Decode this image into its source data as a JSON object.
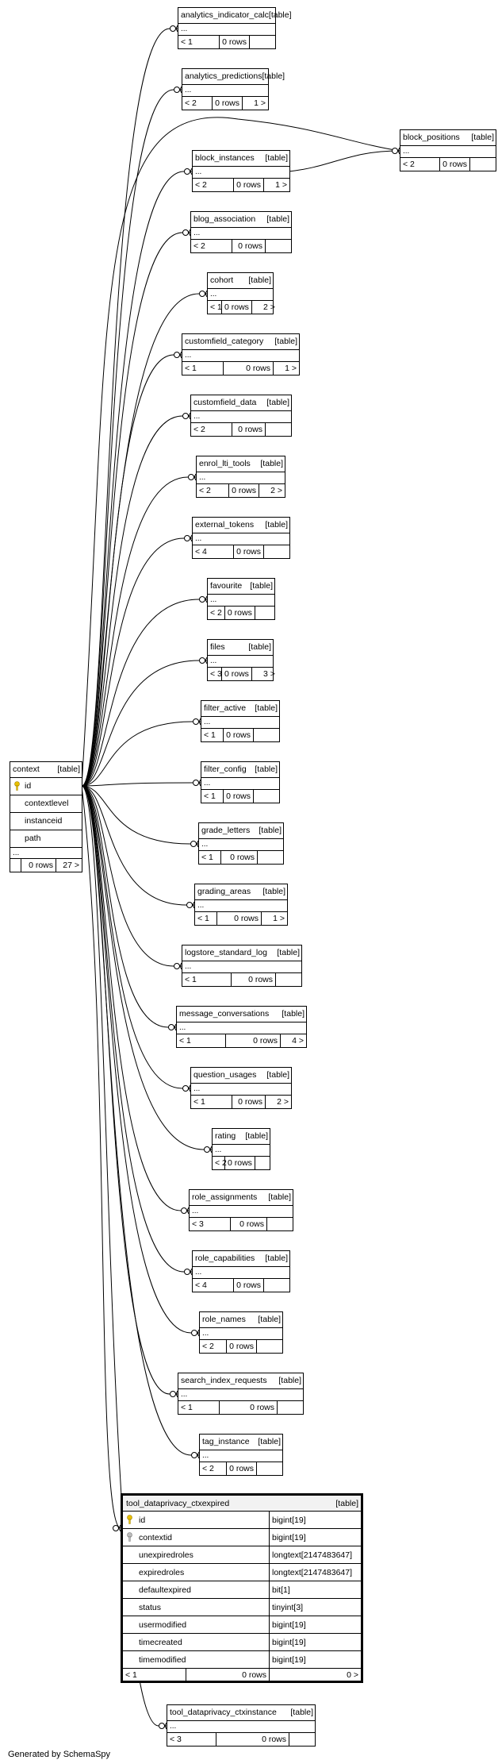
{
  "context": {
    "name": "context",
    "type_label": "[table]",
    "columns": [
      "id",
      "contextlevel",
      "instanceid",
      "path"
    ],
    "ellipsis": "...",
    "footer": [
      "",
      "0 rows",
      "27 >"
    ]
  },
  "tables": [
    {
      "name": "analytics_indicator_calc",
      "type_label": "[table]",
      "ellipsis": "...",
      "footer": [
        "< 1",
        "0 rows",
        ""
      ]
    },
    {
      "name": "analytics_predictions",
      "type_label": "[table]",
      "ellipsis": "...",
      "footer": [
        "< 2",
        "0 rows",
        "1 >"
      ]
    },
    {
      "name": "block_positions",
      "type_label": "[table]",
      "ellipsis": "...",
      "footer": [
        "< 2",
        "0 rows",
        ""
      ]
    },
    {
      "name": "block_instances",
      "type_label": "[table]",
      "ellipsis": "...",
      "footer": [
        "< 2",
        "0 rows",
        "1 >"
      ]
    },
    {
      "name": "blog_association",
      "type_label": "[table]",
      "ellipsis": "...",
      "footer": [
        "< 2",
        "0 rows",
        ""
      ]
    },
    {
      "name": "cohort",
      "type_label": "[table]",
      "ellipsis": "...",
      "footer": [
        "< 1",
        "0 rows",
        "2 >"
      ]
    },
    {
      "name": "customfield_category",
      "type_label": "[table]",
      "ellipsis": "...",
      "footer": [
        "< 1",
        "0 rows",
        "1 >"
      ]
    },
    {
      "name": "customfield_data",
      "type_label": "[table]",
      "ellipsis": "...",
      "footer": [
        "< 2",
        "0 rows",
        ""
      ]
    },
    {
      "name": "enrol_lti_tools",
      "type_label": "[table]",
      "ellipsis": "...",
      "footer": [
        "< 2",
        "0 rows",
        "2 >"
      ]
    },
    {
      "name": "external_tokens",
      "type_label": "[table]",
      "ellipsis": "...",
      "footer": [
        "< 4",
        "0 rows",
        ""
      ]
    },
    {
      "name": "favourite",
      "type_label": "[table]",
      "ellipsis": "...",
      "footer": [
        "< 2",
        "0 rows",
        ""
      ]
    },
    {
      "name": "files",
      "type_label": "[table]",
      "ellipsis": "...",
      "footer": [
        "< 3",
        "0 rows",
        "3 >"
      ]
    },
    {
      "name": "filter_active",
      "type_label": "[table]",
      "ellipsis": "...",
      "footer": [
        "< 1",
        "0 rows",
        ""
      ]
    },
    {
      "name": "filter_config",
      "type_label": "[table]",
      "ellipsis": "...",
      "footer": [
        "< 1",
        "0 rows",
        ""
      ]
    },
    {
      "name": "grade_letters",
      "type_label": "[table]",
      "ellipsis": "...",
      "footer": [
        "< 1",
        "0 rows",
        ""
      ]
    },
    {
      "name": "grading_areas",
      "type_label": "[table]",
      "ellipsis": "...",
      "footer": [
        "< 1",
        "0 rows",
        "1 >"
      ]
    },
    {
      "name": "logstore_standard_log",
      "type_label": "[table]",
      "ellipsis": "...",
      "footer": [
        "< 1",
        "0 rows",
        ""
      ]
    },
    {
      "name": "message_conversations",
      "type_label": "[table]",
      "ellipsis": "...",
      "footer": [
        "< 1",
        "0 rows",
        "4 >"
      ]
    },
    {
      "name": "question_usages",
      "type_label": "[table]",
      "ellipsis": "...",
      "footer": [
        "< 1",
        "0 rows",
        "2 >"
      ]
    },
    {
      "name": "rating",
      "type_label": "[table]",
      "ellipsis": "...",
      "footer": [
        "< 2",
        "0 rows",
        ""
      ]
    },
    {
      "name": "role_assignments",
      "type_label": "[table]",
      "ellipsis": "...",
      "footer": [
        "< 3",
        "0 rows",
        ""
      ]
    },
    {
      "name": "role_capabilities",
      "type_label": "[table]",
      "ellipsis": "...",
      "footer": [
        "< 4",
        "0 rows",
        ""
      ]
    },
    {
      "name": "role_names",
      "type_label": "[table]",
      "ellipsis": "...",
      "footer": [
        "< 2",
        "0 rows",
        ""
      ]
    },
    {
      "name": "search_index_requests",
      "type_label": "[table]",
      "ellipsis": "...",
      "footer": [
        "< 1",
        "0 rows",
        ""
      ]
    },
    {
      "name": "tag_instance",
      "type_label": "[table]",
      "ellipsis": "...",
      "footer": [
        "< 2",
        "0 rows",
        ""
      ]
    },
    {
      "name": "tool_dataprivacy_ctxinstance",
      "type_label": "[table]",
      "ellipsis": "...",
      "footer": [
        "< 3",
        "0 rows",
        ""
      ]
    }
  ],
  "focus": {
    "name": "tool_dataprivacy_ctxexpired",
    "type_label": "[table]",
    "columns": [
      {
        "name": "id",
        "type": "bigint[19]",
        "key": "primary"
      },
      {
        "name": "contextid",
        "type": "bigint[19]",
        "key": "foreign"
      },
      {
        "name": "unexpiredroles",
        "type": "longtext[2147483647]",
        "key": ""
      },
      {
        "name": "expiredroles",
        "type": "longtext[2147483647]",
        "key": ""
      },
      {
        "name": "defaultexpired",
        "type": "bit[1]",
        "key": ""
      },
      {
        "name": "status",
        "type": "tinyint[3]",
        "key": ""
      },
      {
        "name": "usermodified",
        "type": "bigint[19]",
        "key": ""
      },
      {
        "name": "timecreated",
        "type": "bigint[19]",
        "key": ""
      },
      {
        "name": "timemodified",
        "type": "bigint[19]",
        "key": ""
      }
    ],
    "footer": [
      "< 1",
      "0 rows",
      "0 >"
    ]
  },
  "generated_by": "Generated by SchemaSpy",
  "colors": {
    "primary_key_icon": "#e8c000",
    "foreign_key_icon": "#9a9a9a",
    "focus_header_bg": "#f2f2f2"
  }
}
